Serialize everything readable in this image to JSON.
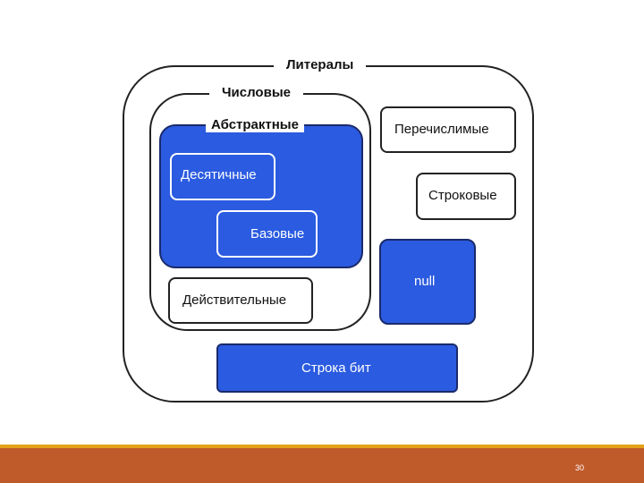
{
  "diagram": {
    "literals": "Литералы",
    "numeric": "Числовые",
    "abstract": "Абстрактные",
    "decimal": "Десятичные",
    "base": "Базовые",
    "real": "Действительные",
    "enumerated": "Перечислимые",
    "string": "Строковые",
    "null": "null",
    "bitstring": "Строка бит"
  },
  "footer": {
    "page_number": "30"
  },
  "colors": {
    "accent_blue": "#2b5be0",
    "footer_orange": "#bf5a2a",
    "footer_yellow": "#e3a21a"
  }
}
